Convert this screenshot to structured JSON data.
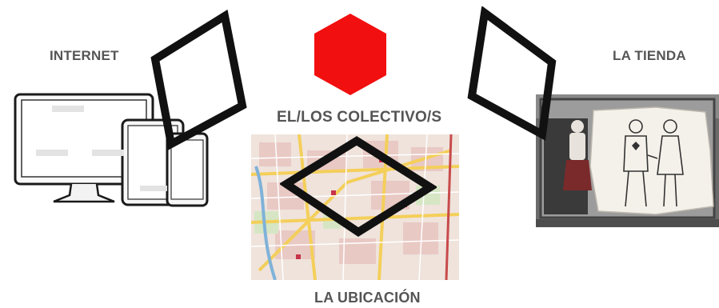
{
  "labels": {
    "internet": "INTERNET",
    "store": "LA TIENDA",
    "collective": "EL/LOS COLECTIVO/S",
    "location": "LA UBICACIÓN"
  },
  "colors": {
    "hexagon": "#f20f0f",
    "frame_stroke": "#111111",
    "label_text": "#555555"
  },
  "icons": {
    "collective_shape": "red-hexagon",
    "internet_image": "devices-sketch",
    "store_image": "shop-window-photo",
    "location_image": "city-street-map",
    "frames": "black-rhombus-outline"
  }
}
